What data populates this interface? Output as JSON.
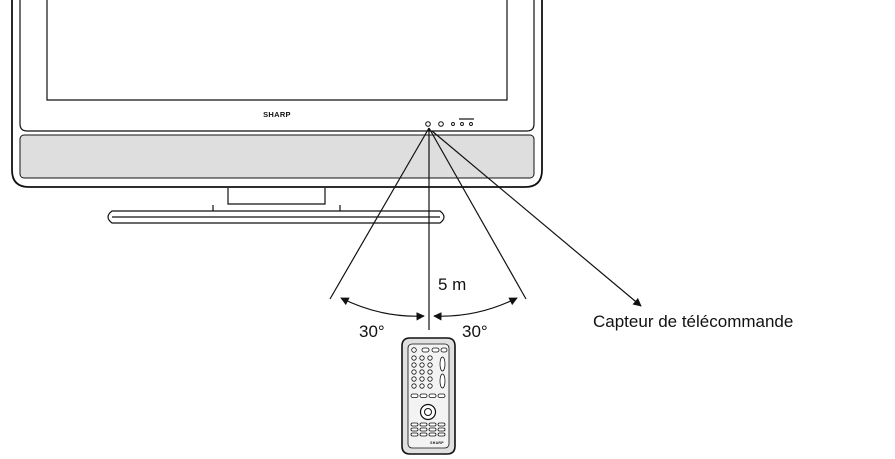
{
  "tv": {
    "brand": "SHARP"
  },
  "remote": {
    "brand": "SHARP"
  },
  "labels": {
    "distance": "5 m",
    "angle_left": "30°",
    "angle_right": "30°",
    "sensor": "Capteur de télécommande"
  }
}
